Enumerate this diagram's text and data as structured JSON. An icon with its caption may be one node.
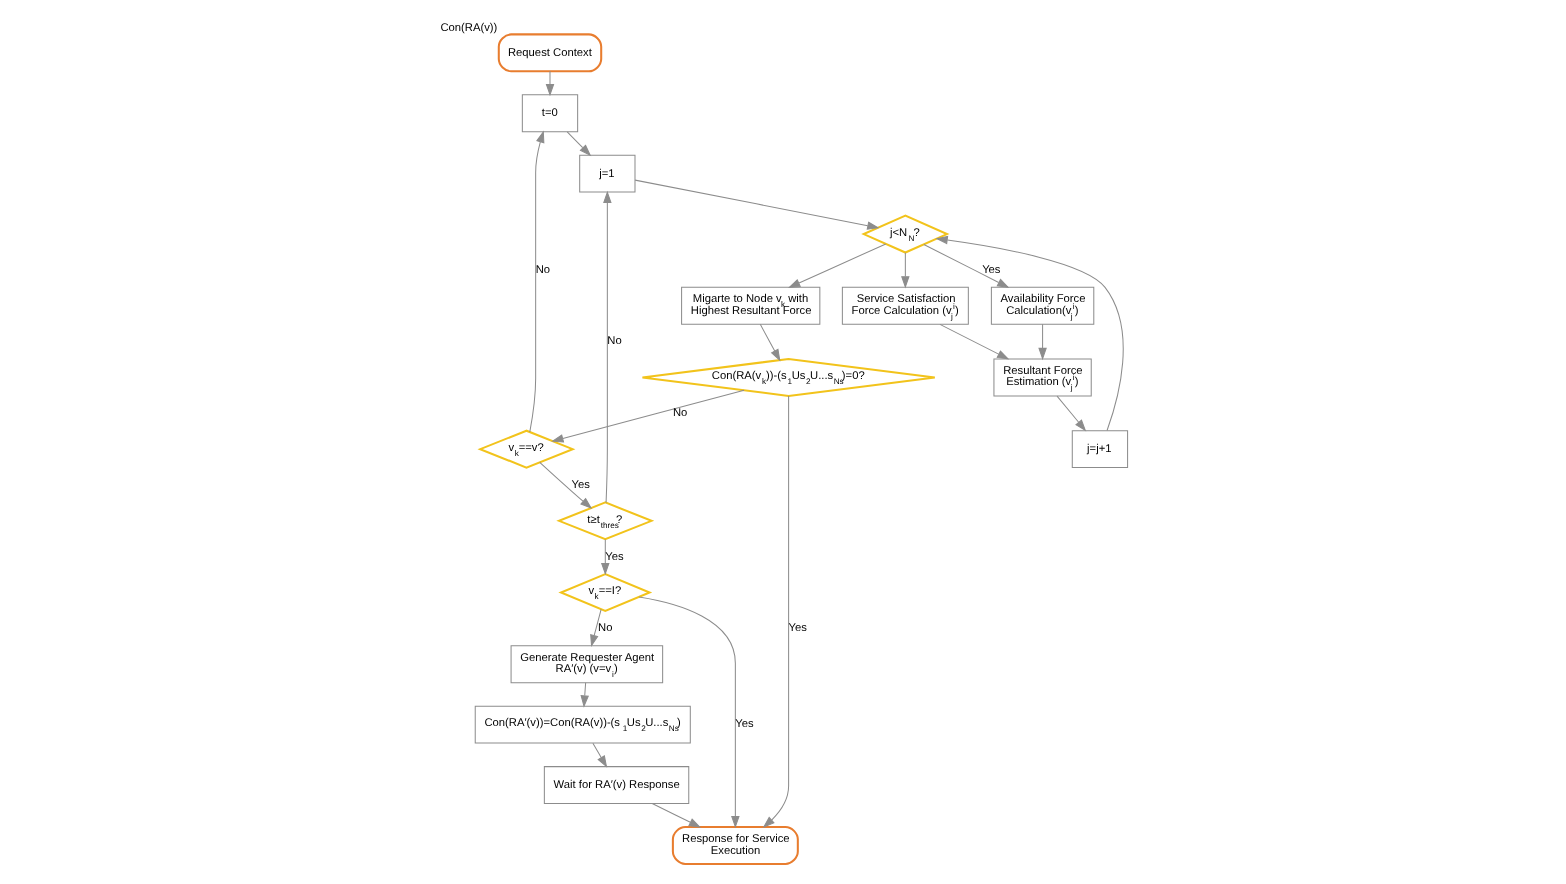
{
  "diagram": {
    "nodes": [
      {
        "text": [
          "Request Context"
        ],
        "beside": [
          "Con(RA(v))"
        ]
      },
      {
        "text": [
          "t=0"
        ]
      },
      {
        "text": [
          "j=1"
        ]
      },
      {
        "text": [
          "j<N$_{N}$?"
        ]
      },
      {
        "text": [
          "j=j+1"
        ]
      },
      {
        "text": [
          "Service Satisfaction Force Calculation (v$_{j}$$^{i}$)"
        ]
      },
      {
        "text": [
          "Availability Force Calculation(v$_{j}$$^{i}$)"
        ]
      },
      {
        "text": [
          "Resultant Force Estimation (v$_{j}$$^{i}$)"
        ]
      },
      {
        "text": [
          "Migarte to Node v$_{k}$ with Highest Resultant Force"
        ]
      },
      {
        "text": [
          "Wait for RA′(v) Response"
        ]
      },
      {
        "text": [
          "Con(RA′(v))=Con(RA(v))-(s$_{1}$Us$_{2}$U...s$_{Ns}$)"
        ]
      },
      {
        "text": [
          "Con(RA(v$_{k}$))-(s$_{1}$Us$_{2}$U...s$_{Ns}$)=0?"
        ]
      },
      {
        "text": [
          "Response for Service Execution"
        ]
      },
      {
        "text": [
          "v$_{k}$==I?"
        ]
      },
      {
        "text": [
          "Generate Requester Agent RA′(v) (v=v$_{i}$)"
        ]
      },
      {
        "text": [
          "v$_{k}$==v?"
        ]
      },
      {
        "text": [
          "t≥t$_{thres}$?"
        ]
      }
    ],
    "edges": [
      {
        "from": 0,
        "to": 1,
        "arrow": "to"
      },
      {
        "from": 1,
        "to": 2,
        "arrow": "to"
      },
      {
        "from": 2,
        "to": 3,
        "arrow": "to"
      },
      {
        "from": 3,
        "to": 5,
        "arrow": "to"
      },
      {
        "from": 3,
        "to": 6,
        "arrow": "to",
        "label": "Yes"
      },
      {
        "from": 5,
        "to": 7,
        "arrow": "to"
      },
      {
        "from": 6,
        "to": 7,
        "arrow": "to"
      },
      {
        "from": 7,
        "to": 4,
        "arrow": "to"
      },
      {
        "from": 4,
        "to": 3,
        "arrow": "to"
      },
      {
        "from": 3,
        "to": 8,
        "arrow": "to"
      },
      {
        "from": 8,
        "to": 11,
        "arrow": "to"
      },
      {
        "from": 11,
        "to": 12,
        "arrow": "to",
        "label": "Yes"
      },
      {
        "from": 11,
        "to": 15,
        "arrow": "to",
        "label": "No"
      },
      {
        "from": 15,
        "to": 1,
        "arrow": "to",
        "label": "No"
      },
      {
        "from": 15,
        "to": 16,
        "arrow": "to",
        "label": "Yes"
      },
      {
        "from": 16,
        "to": 13,
        "arrow": "to",
        "label": "Yes"
      },
      {
        "from": 16,
        "to": 2,
        "arrow": "to",
        "label": "No"
      },
      {
        "from": 13,
        "to": 12,
        "arrow": "to",
        "label": "Yes"
      },
      {
        "from": 13,
        "to": 14,
        "arrow": "to",
        "label": "No"
      },
      {
        "from": 14,
        "to": 10,
        "arrow": "to"
      },
      {
        "from": 10,
        "to": 9,
        "arrow": "to"
      },
      {
        "from": 9,
        "to": 12,
        "arrow": "to"
      }
    ]
  }
}
